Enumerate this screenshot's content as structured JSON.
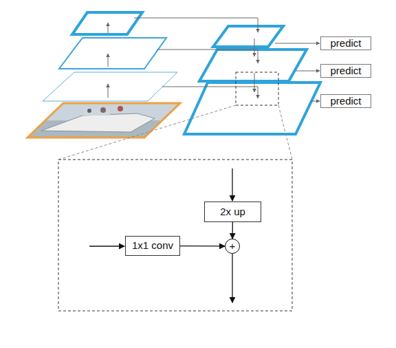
{
  "diagram": {
    "nodes": [
      {
        "text": [
          "predict"
        ]
      },
      {
        "text": [
          "predict"
        ]
      },
      {
        "text": [
          "predict"
        ]
      },
      {
        "text": [
          "2x up"
        ]
      },
      {
        "text": [
          "1x1 conv"
        ]
      },
      {
        "text": [
          "+"
        ]
      }
    ],
    "edges": [
      {
        "from": 3,
        "to": 5,
        "arrow": "to"
      },
      {
        "from": 4,
        "to": 5,
        "arrow": "to"
      }
    ]
  }
}
